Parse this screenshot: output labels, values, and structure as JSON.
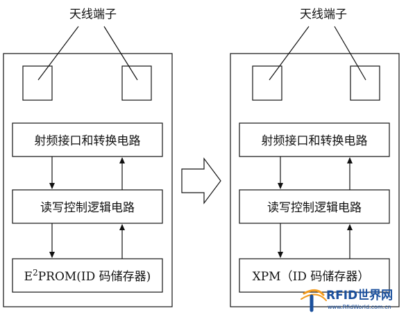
{
  "left": {
    "antenna_label": "天线端子",
    "block_rf": "射频接口和转换电路",
    "block_rw": "读写控制逻辑电路",
    "memory_prefix": "E",
    "memory_superscript": "2",
    "memory_rest": "PROM(ID 码储存器)"
  },
  "right": {
    "antenna_label": "天线端子",
    "block_rf": "射频接口和转换电路",
    "block_rw": "读写控制逻辑电路",
    "memory_label": "XPM（ID 码储存器）"
  },
  "watermark": {
    "brand": "RFID世界网",
    "url": "www.RfidWorld.com.cn"
  },
  "colors": {
    "stroke": "#111111",
    "watermark_orange": "#f29a1d",
    "watermark_blue": "#1a4f9c"
  }
}
